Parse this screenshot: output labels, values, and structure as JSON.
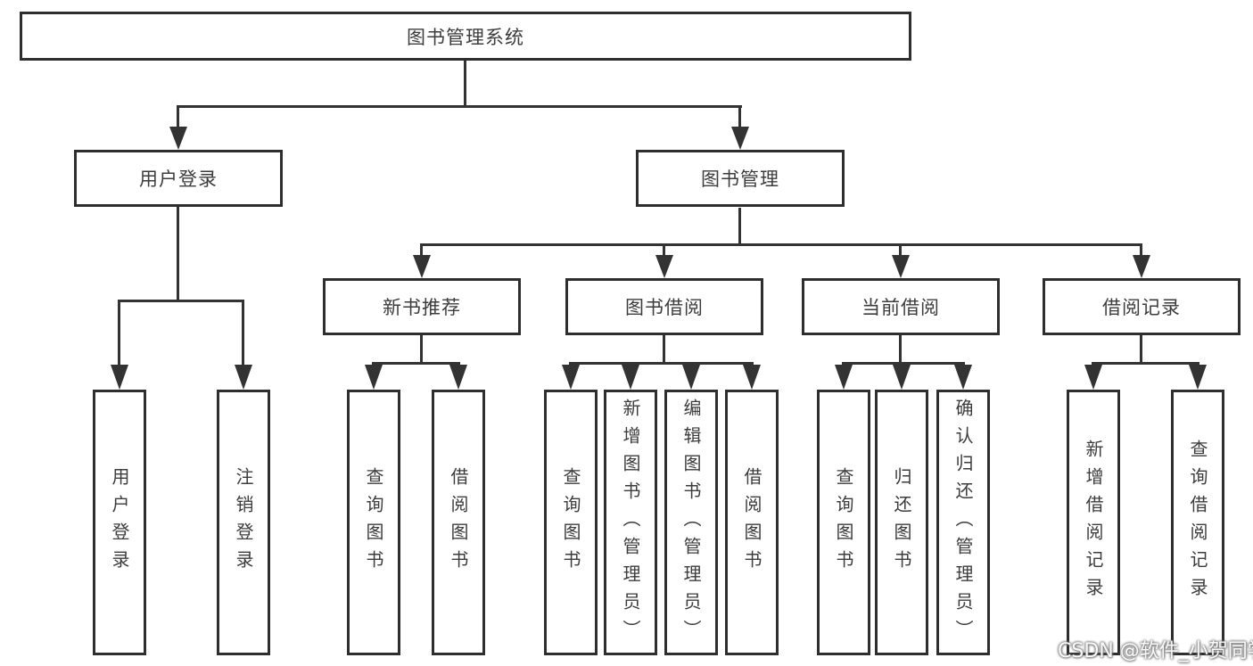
{
  "diagram_type": "hierarchy-tree",
  "colors": {
    "background": "#ffffff",
    "box_border": "#2e2e2e",
    "box_fill": "#ffffff",
    "line": "#333333",
    "text": "#3c3c3c",
    "watermark_text": "#ffffff"
  },
  "tree": {
    "label": "图书管理系统",
    "children": [
      {
        "label": "用户登录",
        "children": [
          {
            "label": "用户登录"
          },
          {
            "label": "注销登录"
          }
        ]
      },
      {
        "label": "图书管理",
        "children": [
          {
            "label": "新书推荐",
            "children": [
              {
                "label": "查询图书"
              },
              {
                "label": "借阅图书"
              }
            ]
          },
          {
            "label": "图书借阅",
            "children": [
              {
                "label": "查询图书"
              },
              {
                "label": "新增图书（管理员）"
              },
              {
                "label": "编辑图书（管理员）"
              },
              {
                "label": "借阅图书"
              }
            ]
          },
          {
            "label": "当前借阅",
            "children": [
              {
                "label": "查询图书"
              },
              {
                "label": "归还图书"
              },
              {
                "label": "确认归还（管理员）"
              }
            ]
          },
          {
            "label": "借阅记录",
            "children": [
              {
                "label": "新增借阅记录"
              },
              {
                "label": "查询借阅记录"
              }
            ]
          }
        ]
      }
    ]
  },
  "watermark": {
    "text": "CSDN @软件_小贺同学"
  }
}
